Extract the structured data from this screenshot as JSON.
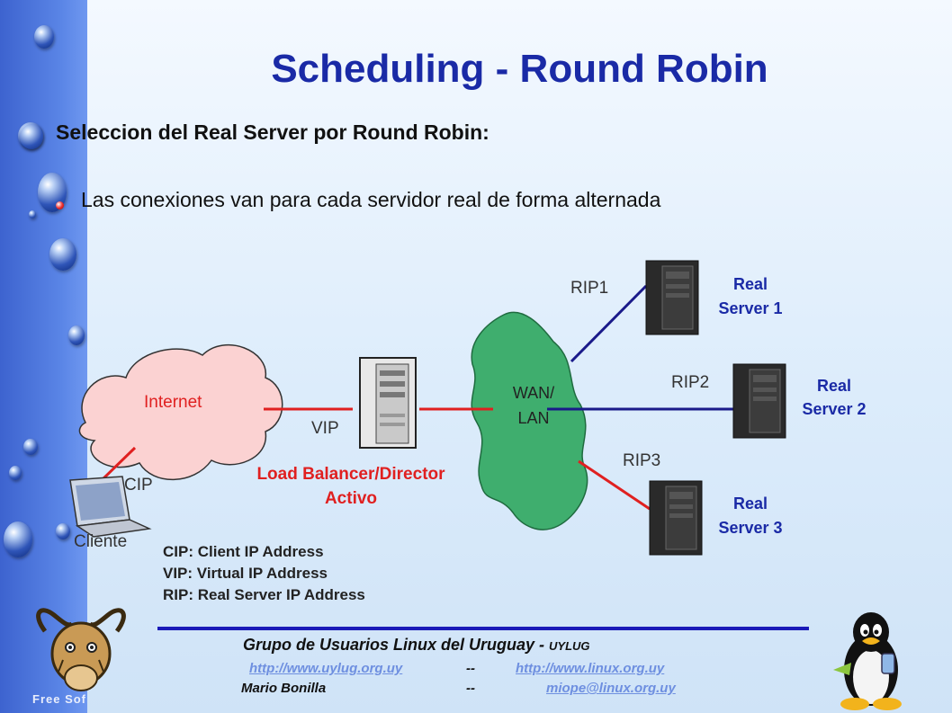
{
  "title": "Scheduling - Round Robin",
  "bullets": {
    "main": "Seleccion del Real Server por Round Robin:",
    "sub": "Las conexiones van para cada servidor real de forma alternada"
  },
  "diagram": {
    "internet": "Internet",
    "cliente": "Cliente",
    "cip": "CIP",
    "vip": "VIP",
    "balancer_line1": "Load Balancer/Director",
    "balancer_line2": "Activo",
    "wan_line1": "WAN/",
    "wan_line2": "LAN",
    "rip1": "RIP1",
    "rip2": "RIP2",
    "rip3": "RIP3",
    "server1_line1": "Real",
    "server1_line2": "Server 1",
    "server2_line1": "Real",
    "server2_line2": "Server 2",
    "server3_line1": "Real",
    "server3_line2": "Server 3"
  },
  "legend": [
    "CIP: Client IP Address",
    "VIP: Virtual IP Address",
    "RIP: Real Server IP Address"
  ],
  "footer": {
    "group": "Grupo de Usuarios Linux del Uruguay - ",
    "group_tag": "UYLUG",
    "link1": "http://www.uylug.org.uy",
    "sep1": "--",
    "link2": "http://www.linux.org.uy",
    "author": "Mario Bonilla",
    "sep2": "--",
    "email": "miope@linux.org.uy"
  },
  "sidebar_text": "Free Sof",
  "colors": {
    "title": "#1a2aa6",
    "red_link": "#e02020",
    "blue_link": "#1a1a8a",
    "cloud": "#fbd2d2",
    "wan": "#3fae6e"
  }
}
